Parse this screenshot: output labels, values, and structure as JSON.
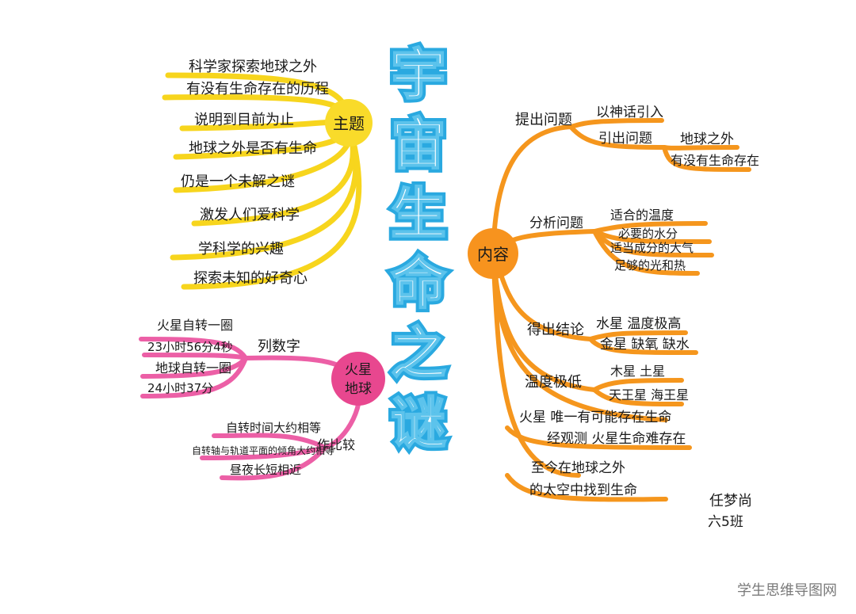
{
  "title": "宇宙生命之谜",
  "branches": {
    "theme": {
      "label": "主题",
      "items": [
        "科学家探索地球之外",
        "有没有生命存在的历程",
        "说明到目前为止",
        "地球之外是否有生命",
        "仍是一个未解之谜",
        "激发人们爱科学",
        "学科学的兴趣",
        "探索未知的好奇心"
      ]
    },
    "content": {
      "label": "内容",
      "groups": [
        {
          "label": "提出问题",
          "items": [
            "以神话引入",
            "引出问题"
          ],
          "sub": [
            "地球之外",
            "有没有生命存在"
          ]
        },
        {
          "label": "分析问题",
          "items": [
            "适合的温度",
            "必要的水分",
            "适当成分的大气",
            "足够的光和热"
          ]
        },
        {
          "label": "得出结论",
          "items": [
            "水星 温度极高",
            "金星 缺氧 缺水"
          ]
        },
        {
          "label": "温度极低",
          "items": [
            "木星 土星",
            "天王星 海王星"
          ]
        },
        {
          "label": "火星 唯一有可能存在生命",
          "items": [
            "经观测 火星生命难存在"
          ]
        },
        {
          "label": "至今在地球之外",
          "items": [
            "的太空中找到生命"
          ]
        }
      ]
    },
    "mars_earth": {
      "label_top": "火星",
      "label_bottom": "地球",
      "groups": [
        {
          "label": "列数字",
          "items": [
            "火星自转一圈",
            "23小时56分4秒",
            "地球自转一圈",
            "24小时37分"
          ]
        },
        {
          "label": "作比较",
          "items": [
            "自转时间大约相等",
            "自转轴与轨道平面的倾角大约相等",
            "昼夜长短相近"
          ]
        }
      ]
    }
  },
  "signature": {
    "name": "任梦尚",
    "class": "六5班"
  },
  "watermark": "学生思维导图网",
  "colors": {
    "yellow": "#f7d51d",
    "orange": "#f5961d",
    "pink": "#ec5fa6",
    "blue": "#2aa9e0"
  }
}
